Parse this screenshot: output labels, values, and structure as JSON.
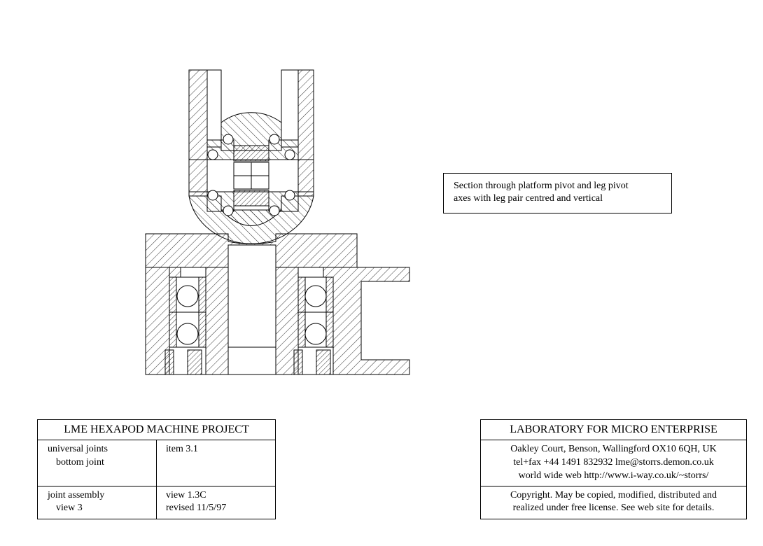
{
  "note": {
    "line1": "Section through platform pivot and leg pivot",
    "line2": "axes with leg pair centred and vertical"
  },
  "project_block": {
    "title": "LME HEXAPOD MACHINE  PROJECT",
    "desc1_line1": "universal joints",
    "desc1_line2": "bottom joint",
    "item": "item 3.1",
    "desc2_line1": "joint assembly",
    "desc2_line2": "view 3",
    "view": "view 1.3C",
    "revised": "revised 11/5/97"
  },
  "lab_block": {
    "title": "LABORATORY FOR MICRO ENTERPRISE",
    "address": "Oakley Court, Benson, Wallingford OX10 6QH, UK",
    "contact": "tel+fax +44 1491 832932  lme@storrs.demon.co.uk",
    "web": "world wide web  http://www.i-way.co.uk/~storrs/",
    "copyright_line1": "Copyright. May be copied, modified, distributed and",
    "copyright_line2": "realized under free license. See web site for details."
  }
}
